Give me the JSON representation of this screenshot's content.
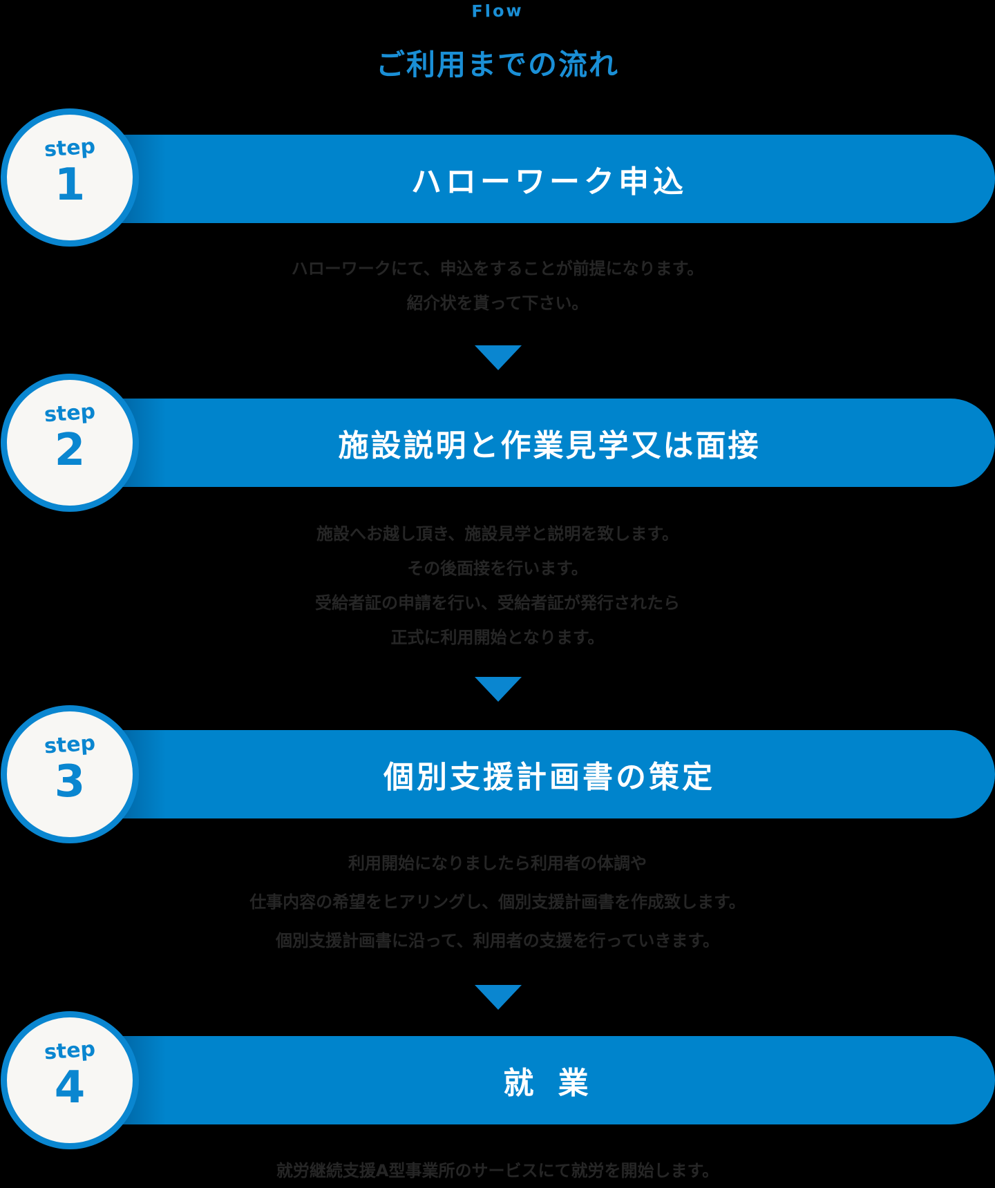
{
  "header": {
    "eyebrow": "Flow",
    "title": "ご利用までの流れ"
  },
  "colors": {
    "accent": "#0084cc",
    "badge_border": "#0a86d0",
    "badge_fill": "#f8f7f4",
    "body_text": "#262626",
    "background": "#000000"
  },
  "steps": [
    {
      "label": "step",
      "number": "1",
      "title": "ハローワーク申込",
      "description": [
        "ハローワークにて、申込をすることが前提になります。",
        "紹介状を貰って下さい。"
      ]
    },
    {
      "label": "step",
      "number": "2",
      "title": "施設説明と作業見学又は面接",
      "description": [
        "施設へお越し頂き、施設見学と説明を致します。",
        "その後面接を行います。",
        "受給者証の申請を行い、受給者証が発行されたら",
        "正式に利用開始となります。"
      ]
    },
    {
      "label": "step",
      "number": "3",
      "title": "個別支援計画書の策定",
      "description": [
        "利用開始になりましたら利用者の体調や",
        "仕事内容の希望をヒアリングし、個別支援計画書を作成致します。",
        "個別支援計画書に沿って、利用者の支援を行っていきます。"
      ]
    },
    {
      "label": "step",
      "number": "4",
      "title": "就 業",
      "description": [
        "就労継続支援A型事業所のサービスにて就労を開始します。"
      ]
    }
  ],
  "arrows": [
    {
      "icon": "down-triangle-icon"
    },
    {
      "icon": "down-triangle-icon"
    },
    {
      "icon": "down-triangle-icon"
    }
  ]
}
